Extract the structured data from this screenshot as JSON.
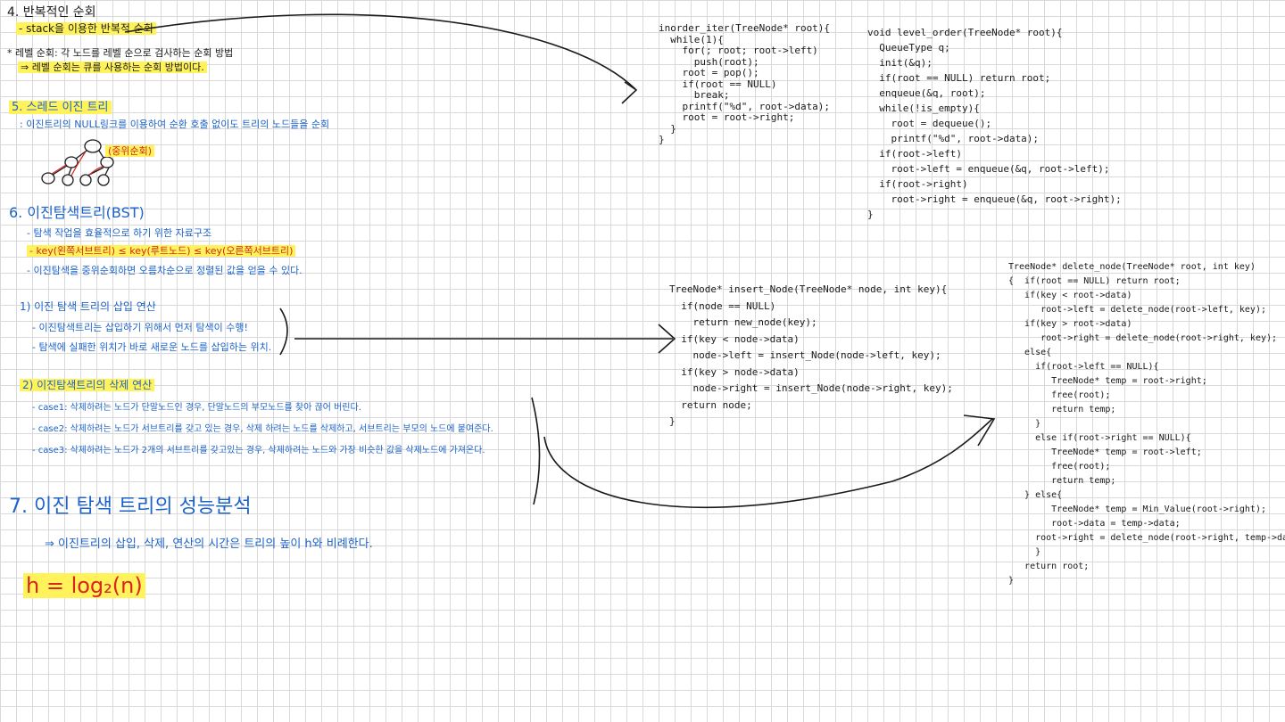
{
  "left": {
    "sec4_title": "4. 반복적인 순회",
    "sec4_line1": "- stack을 이용한 반복적 순회",
    "sec4_line2": "* 레벨 순회: 각 노드를 레벨 순으로 검사하는 순회 방법",
    "sec4_line3": "⇒ 레벨 순회는 큐를 사용하는 순회 방법이다.",
    "sec5_title": "5. 스레드 이진 트리",
    "sec5_line1": ": 이진트리의 NULL링크를 이용하여 순환 호출 없이도 트리의 노드들을 순회",
    "sec5_note": "(중위순회)",
    "sec6_title": "6. 이진탐색트리(BST)",
    "sec6_line1": "- 탐색 작업을 효율적으로 하기 위한 자료구조",
    "sec6_line2": "- key(왼쪽서브트리) ≤ key(루트노드) ≤ key(오른쪽서브트리)",
    "sec6_line3": "- 이진탐색을 중위순회하면 오름차순으로 정렬된 값을 얻을 수 있다.",
    "sub1_title": "1) 이진 탐색 트리의 삽입 연산",
    "sub1_line1": "- 이진탐색트리는 삽입하기 위해서 먼저 탐색이 수행!",
    "sub1_line2": "- 탐색에 실패한 위치가 바로 새로운 노드를 삽입하는 위치.",
    "sub2_title": "2) 이진탐색트리의 삭제 연산",
    "sub2_line1": "- case1: 삭제하려는 노드가 단말노드인 경우, 단말노드의 부모노드를 찾아 끊어 버린다.",
    "sub2_line2": "- case2: 삭제하려는 노드가 서브트리를 갖고 있는 경우, 삭제 하려는 노드를 삭제하고, 서브트리는 부모의 노드에 붙여준다.",
    "sub2_line3": "- case3: 삭제하려는 노드가 2개의 서브트리를 갖고있는 경우, 삭제하려는 노드와 가장 비슷한 값을 삭제노드에 가져온다.",
    "sec7_title": "7. 이진 탐색 트리의 성능분석",
    "sec7_line1": "⇒ 이진트리의 삽입, 삭제, 연산의 시간은 트리의 높이 h와 비례한다.",
    "formula": "h = log₂(n)"
  },
  "code": {
    "inorder": [
      "inorder_iter(TreeNode* root){",
      "  while(1){",
      "    for(; root; root->left)",
      "      push(root);",
      "    root = pop();",
      "    if(root == NULL)",
      "      break;",
      "    printf(\"%d\", root->data);",
      "    root = root->right;",
      "  }",
      "}"
    ],
    "level": [
      "void level_order(TreeNode* root){",
      "  QueueType q;",
      "  init(&q);",
      "  if(root == NULL) return root;",
      "  enqueue(&q, root);",
      "  while(!is_empty){",
      "    root = dequeue();",
      "    printf(\"%d\", root->data);",
      "  if(root->left)",
      "    root->left = enqueue(&q, root->left);",
      "  if(root->right)",
      "    root->right = enqueue(&q, root->right);",
      "}"
    ],
    "insert": [
      "TreeNode* insert_Node(TreeNode* node, int key){",
      "  if(node == NULL)",
      "    return new_node(key);",
      "  if(key < node->data)",
      "    node->left = insert_Node(node->left, key);",
      "  if(key > node->data)",
      "    node->right = insert_Node(node->right, key);",
      "  return node;",
      "}"
    ],
    "delete": [
      "TreeNode* delete_node(TreeNode* root, int key)",
      "{  if(root == NULL) return root;",
      "   if(key < root->data)",
      "      root->left = delete_node(root->left, key);",
      "   if(key > root->data)",
      "      root->right = delete_node(root->right, key);",
      "   else{",
      "     if(root->left == NULL){",
      "        TreeNode* temp = root->right;",
      "        free(root);",
      "        return temp;",
      "     }",
      "     else if(root->right == NULL){",
      "        TreeNode* temp = root->left;",
      "        free(root);",
      "        return temp;",
      "   } else{",
      "        TreeNode* temp = Min_Value(root->right);",
      "        root->data = temp->data;",
      "     root->right = delete_node(root->right, temp->data);",
      "     }",
      "   return root;",
      "}"
    ]
  },
  "colors": {
    "highlight": "#fff25a",
    "ink_blue": "#1d63c9",
    "ink_red": "#d6261e",
    "ink_black": "#1a1a1a",
    "grid": "#d9d9d9"
  }
}
